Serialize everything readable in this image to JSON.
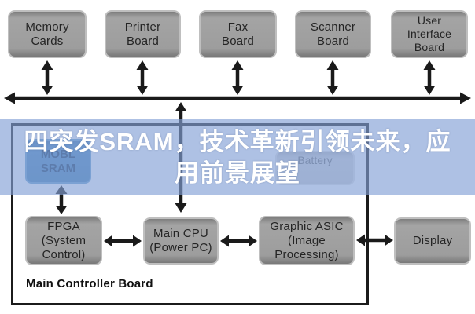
{
  "banner": {
    "title": "四突发SRAM，技术革新引领未来，应用前景展望",
    "line1": "四突发SRAM，技术革新引领未来，应",
    "line2": "用前景展望"
  },
  "peripheral_boxes": [
    {
      "id": "memory-cards",
      "label": "Memory\nCards"
    },
    {
      "id": "printer-board",
      "label": "Printer\nBoard"
    },
    {
      "id": "fax-board",
      "label": "Fax\nBoard"
    },
    {
      "id": "scanner-board",
      "label": "Scanner\nBoard"
    },
    {
      "id": "user-interface-board",
      "label": "User\nInterface\nBoard"
    }
  ],
  "controller_board": {
    "label": "Main Controller Board",
    "components": {
      "sram": {
        "label": "MOBL\nSRAM"
      },
      "battery": {
        "label": "Battery"
      },
      "fpga": {
        "label": "FPGA\n(System\nControl)"
      },
      "cpu": {
        "label": "Main CPU\n(Power PC)"
      },
      "asic": {
        "label": "Graphic ASIC\n(Image\nProcessing)"
      }
    }
  },
  "display_box": {
    "label": "Display"
  },
  "colors": {
    "box_fill": "#9d9d9d",
    "box_border": "#bfbfbf",
    "banner_tint": "#82a0d5",
    "banner_text": "#ffffff",
    "sram_fill": "#4682b4",
    "arrow": "#1a1a1a",
    "board_border": "#1b1b1b"
  }
}
